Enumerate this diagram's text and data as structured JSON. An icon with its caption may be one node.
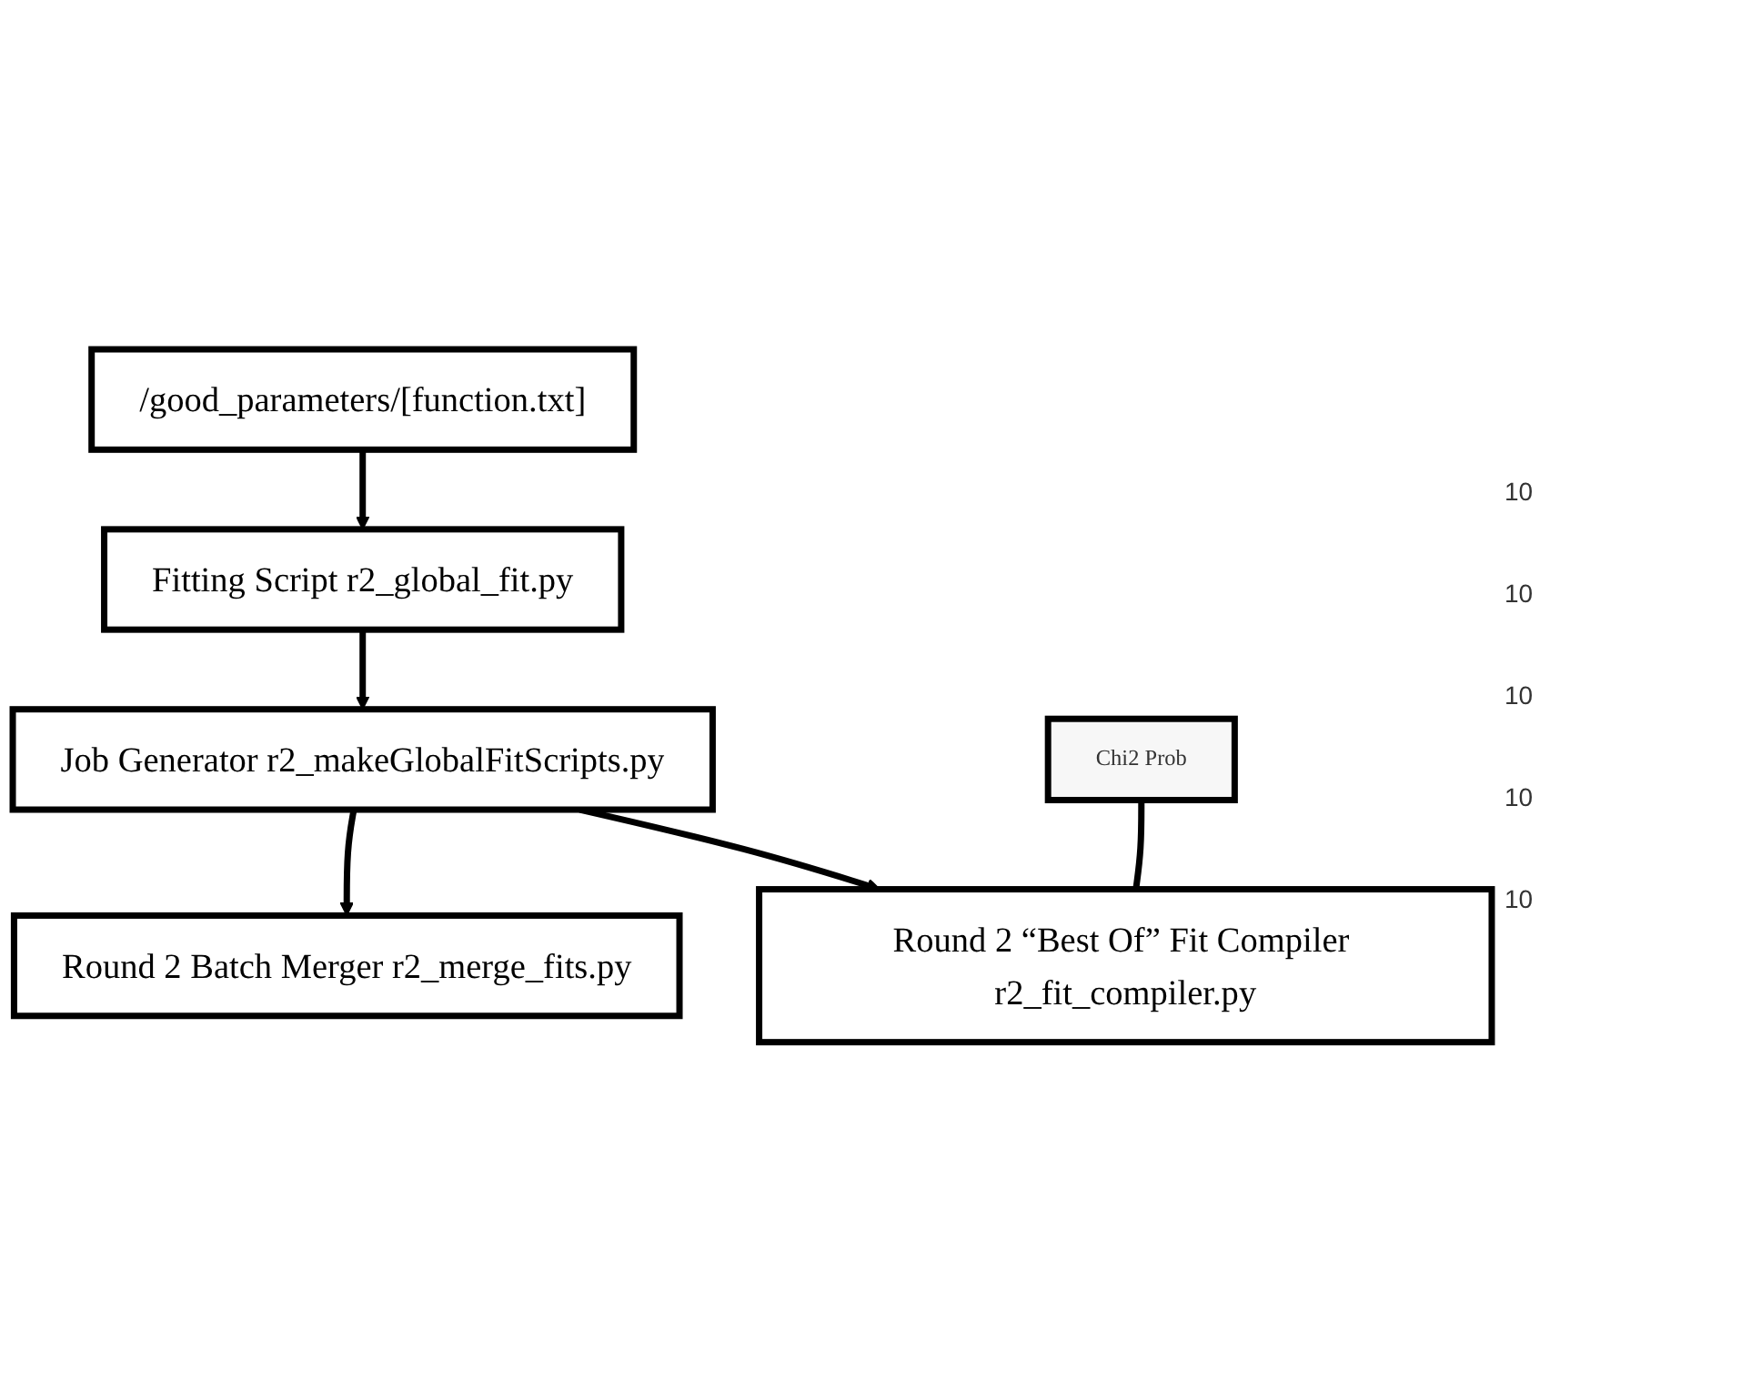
{
  "diagram": {
    "nodes": [
      {
        "text": [
          "/good_parameters/[function.txt]"
        ]
      },
      {
        "text": [
          "Fitting Script r2_global_fit.py"
        ]
      },
      {
        "text": [
          "Job Generator r2_makeGlobalFitScripts.py"
        ]
      },
      {
        "text": [
          "Round 2 Batch Merger r2_merge_fits.py"
        ]
      },
      {
        "text": [
          "Round 2 “Best Of” Fit Compiler r2_fit_compiler.py"
        ]
      },
      {
        "text": [
          "Chi2 Prob"
        ]
      }
    ],
    "edges": [
      {
        "from": 0,
        "to": 1,
        "arrow": "to"
      },
      {
        "from": 1,
        "to": 2,
        "arrow": "to"
      },
      {
        "from": 2,
        "to": 3,
        "arrow": "to"
      },
      {
        "from": 2,
        "to": 4,
        "arrow": "to"
      },
      {
        "from": 5,
        "to": 4,
        "arrow": "none"
      }
    ],
    "labels": [
      "10",
      "10",
      "10",
      "10",
      "10"
    ]
  }
}
